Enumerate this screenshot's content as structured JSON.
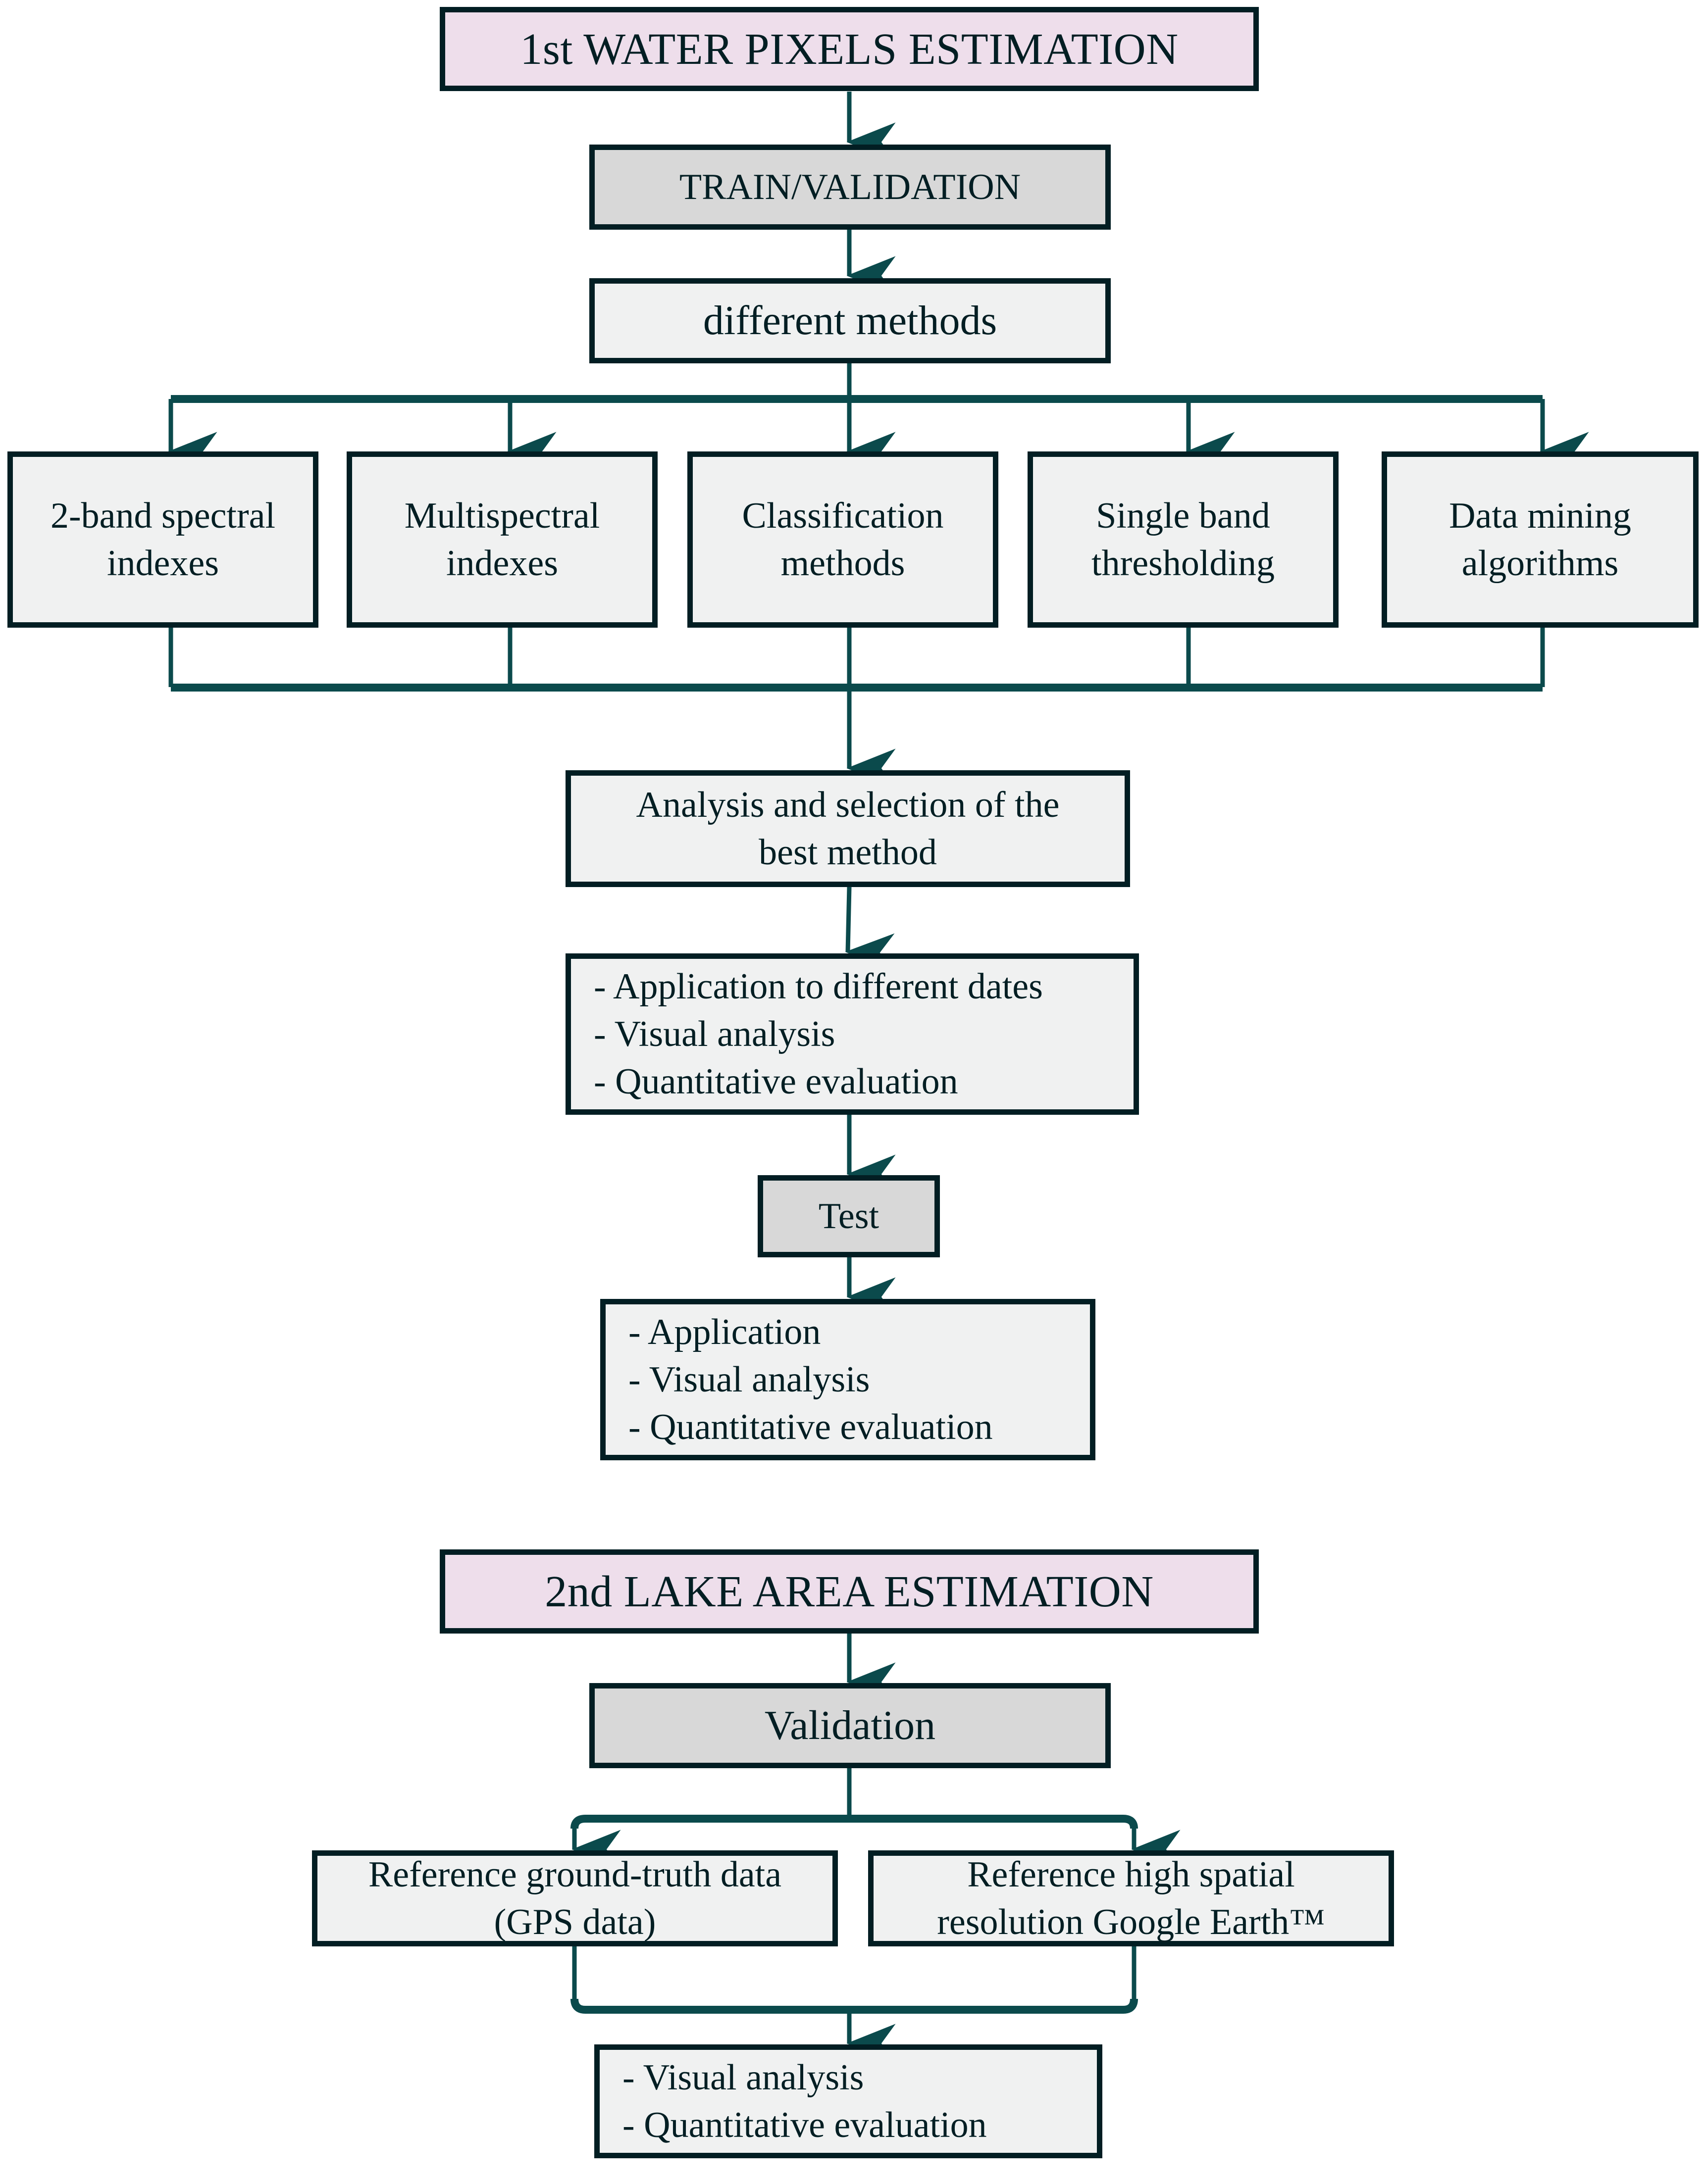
{
  "diagram": {
    "title_phase1": "1st WATER PIXELS ESTIMATION",
    "title_phase2": "2nd LAKE AREA ESTIMATION",
    "accent_line_color": "#0B4A4C",
    "border_color": "#021E23",
    "header_fill": "#EEDEEB",
    "stage_fill": "#D8D8D8",
    "node_fill": "#F0F1F1"
  },
  "phase1": {
    "header": "1st WATER PIXELS ESTIMATION",
    "stage": "TRAIN/VALIDATION",
    "methods_label": "different methods",
    "methods": [
      {
        "label": "2-band spectral\nindexes"
      },
      {
        "label": "Multispectral\nindexes"
      },
      {
        "label": "Classification\nmethods"
      },
      {
        "label": "Single band\nthresholding"
      },
      {
        "label": "Data mining\nalgorithms"
      }
    ],
    "selection": "Analysis and selection of the\nbest method",
    "train_tasks": "- Application to different dates\n- Visual analysis\n- Quantitative evaluation",
    "test_stage": "Test",
    "test_tasks": "- Application\n- Visual analysis\n- Quantitative evaluation"
  },
  "phase2": {
    "header": "2nd LAKE AREA ESTIMATION",
    "stage": "Validation",
    "references": [
      {
        "label": "Reference ground-truth data\n(GPS data)"
      },
      {
        "label": "Reference high spatial\nresolution Google Earth™"
      }
    ],
    "final_tasks": "- Visual analysis\n- Quantitative evaluation"
  }
}
